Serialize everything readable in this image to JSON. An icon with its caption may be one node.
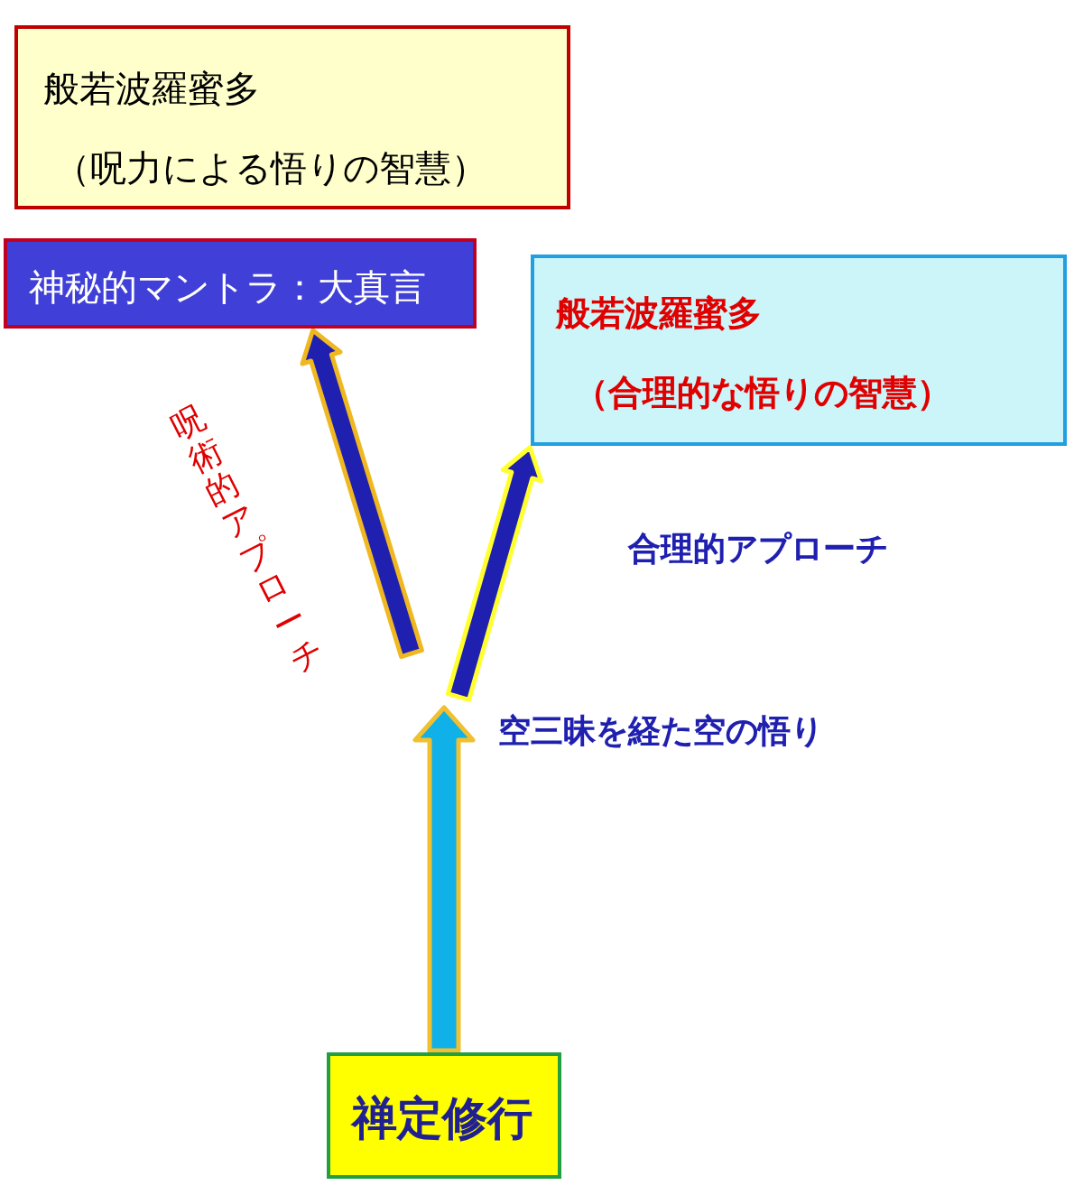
{
  "diagram": {
    "nodes": [
      {
        "text": [
          "般若波羅蜜多",
          "（呪力による悟りの智慧）"
        ]
      },
      {
        "text": [
          "神秘的マントラ：大真言"
        ]
      },
      {
        "text": [
          "般若波羅蜜多",
          "（合理的な悟りの智慧）"
        ]
      },
      {
        "text": [
          "禅定修行"
        ]
      }
    ],
    "edges": [
      {
        "from": 3,
        "to": null,
        "arrow": "to",
        "label": "空三昧を経た空の悟り"
      },
      {
        "from": null,
        "to": 1,
        "arrow": "to",
        "label": "呪術的アプローチ"
      },
      {
        "from": null,
        "to": 2,
        "arrow": "to",
        "label": "合理的アプローチ"
      }
    ]
  }
}
